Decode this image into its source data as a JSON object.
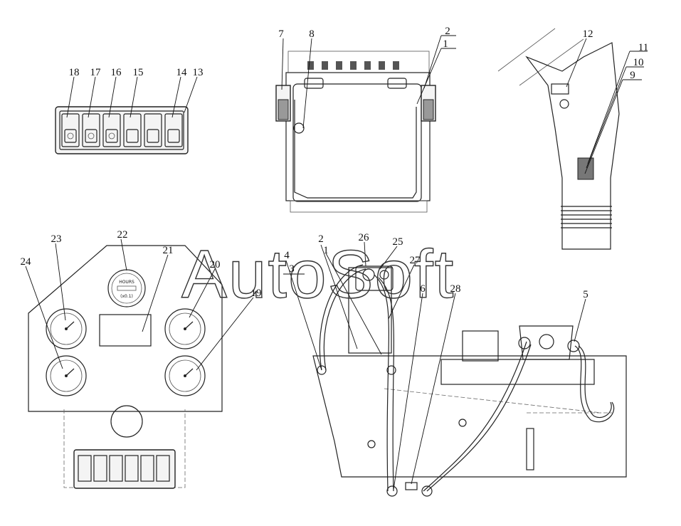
{
  "watermark": "AutoSoft",
  "labels": {
    "n1": "1",
    "n2": "2",
    "n3": "3",
    "n4": "4",
    "n5": "5",
    "n6": "6",
    "n7": "7",
    "n8": "8",
    "n9": "9",
    "n10": "10",
    "n11": "11",
    "n12": "12",
    "n13": "13",
    "n14": "14",
    "n15": "15",
    "n16": "16",
    "n17": "17",
    "n18": "18",
    "n19": "19",
    "n20": "20",
    "n21": "21",
    "n22": "22",
    "n23": "23",
    "n24": "24",
    "n25": "25",
    "n26": "26",
    "n27": "27",
    "n28": "28"
  },
  "hourmeter": {
    "top_text": "HOURS",
    "bottom_text": "(x0.1)"
  }
}
